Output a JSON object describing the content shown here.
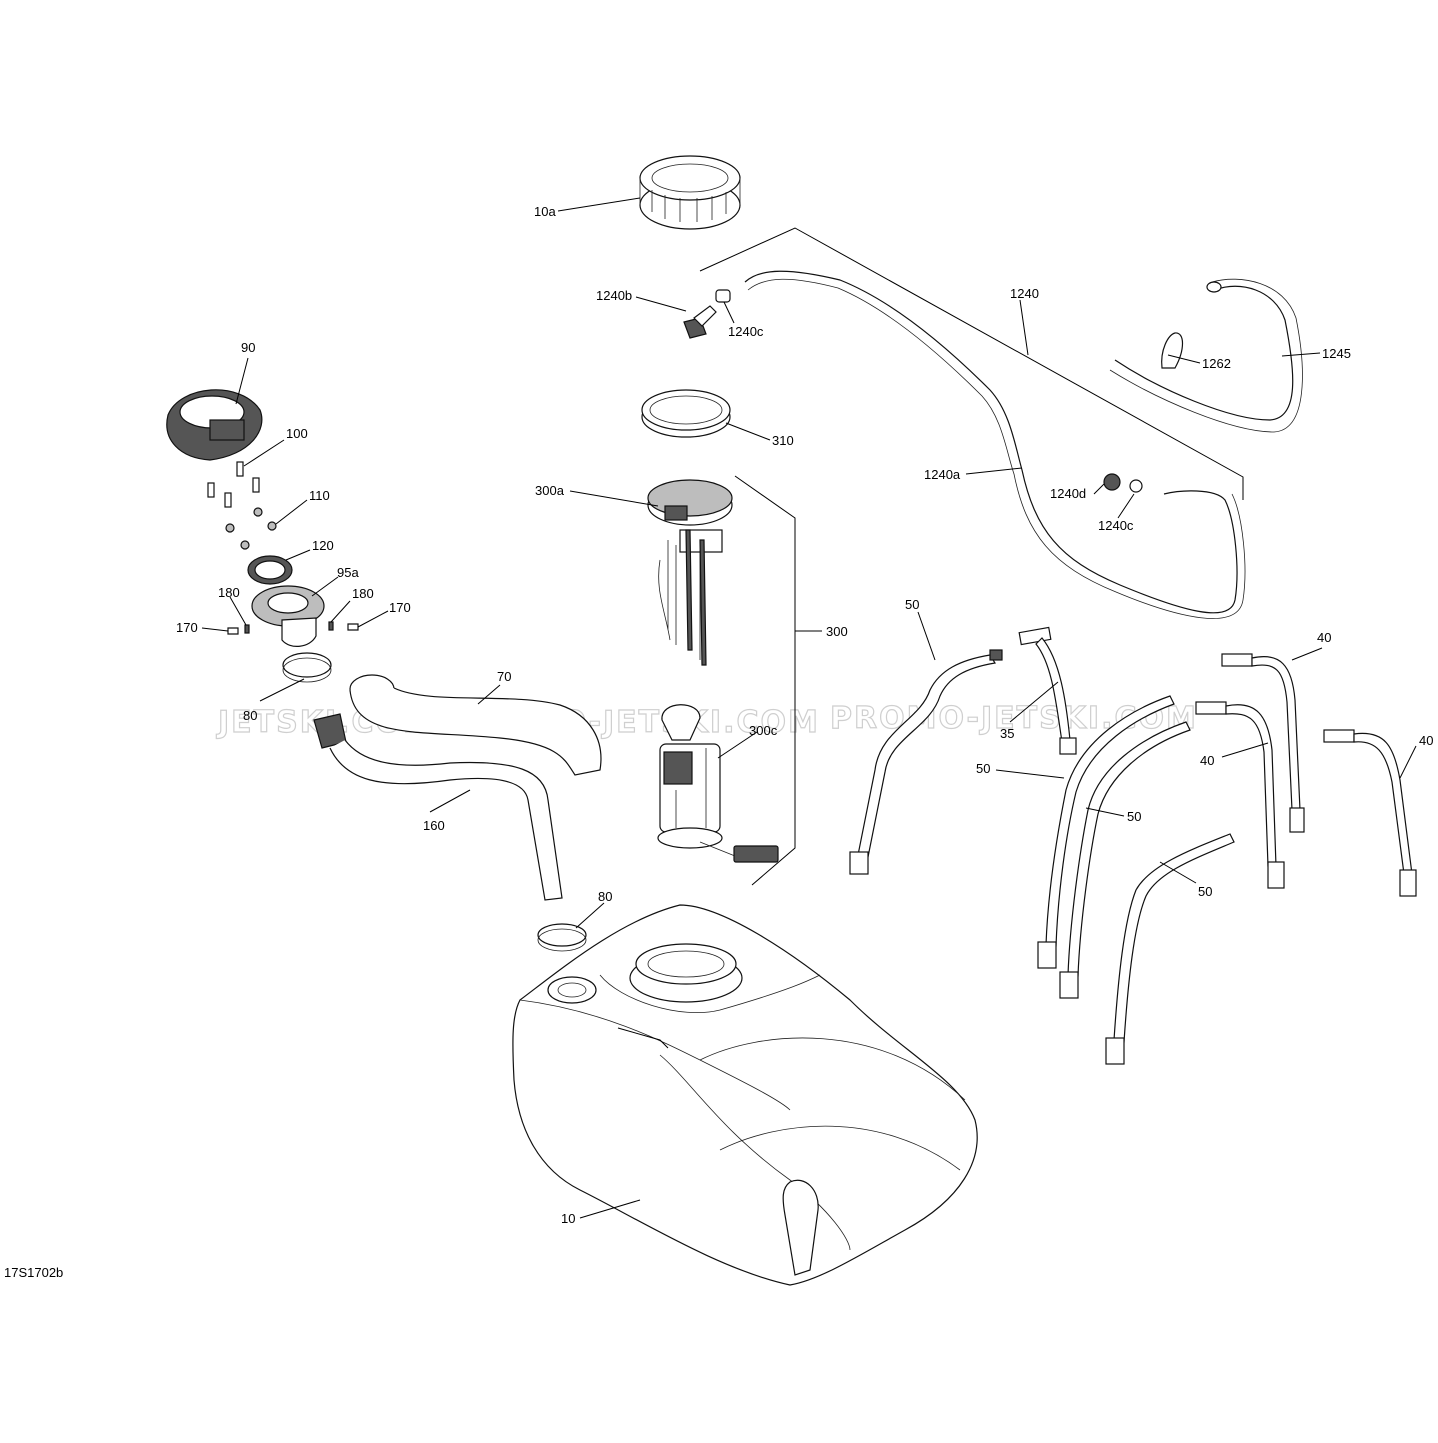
{
  "diagram_id": "17S1702b",
  "watermarks": [
    "JETSKI.COM",
    "PROMO-JETSKI.COM",
    "PROMO-JETSKI.COM"
  ],
  "callouts": {
    "c10a": "10a",
    "c1240b": "1240b",
    "c1240c_top": "1240c",
    "c1240": "1240",
    "c1245": "1245",
    "c1262": "1262",
    "c310": "310",
    "c300a": "300a",
    "c1240a": "1240a",
    "c1240d": "1240d",
    "c1240c_mid": "1240c",
    "c90": "90",
    "c100": "100",
    "c110": "110",
    "c120": "120",
    "c95a": "95a",
    "c180_left": "180",
    "c180_right": "180",
    "c170_left": "170",
    "c170_right": "170",
    "c80_top": "80",
    "c70": "70",
    "c300": "300",
    "c300c": "300c",
    "c160": "160",
    "c50_top": "50",
    "c35": "35",
    "c40_a": "40",
    "c40_b": "40",
    "c40_c": "40",
    "c50_b": "50",
    "c50_c": "50",
    "c50_d": "50",
    "c80_bottom": "80",
    "c10": "10"
  }
}
